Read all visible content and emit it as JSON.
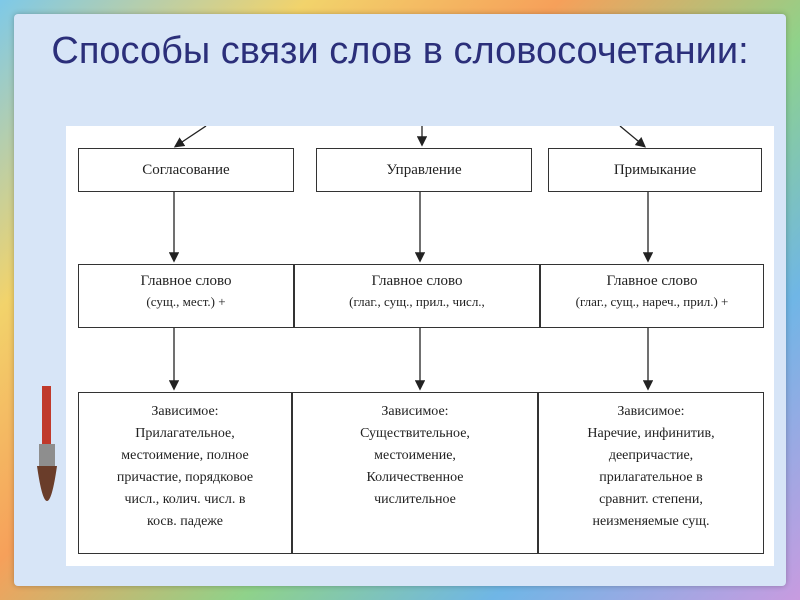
{
  "title": "Способы связи слов в словосочетании:",
  "columns": [
    {
      "type": "Согласование",
      "main_word": "Главное слово",
      "main_parts": "(сущ., мест.) +",
      "dependent_label": "Зависимое:",
      "dependent_lines": [
        "Прилагательное,",
        "местоимение, полное",
        "причастие, порядковое",
        "числ., колич. числ. в",
        "косв. падеже"
      ]
    },
    {
      "type": "Управление",
      "main_word": "Главное слово",
      "main_parts": "(глаг., сущ., прил., числ.,",
      "dependent_label": "Зависимое:",
      "dependent_lines": [
        "Существительное,",
        "местоимение,",
        "Количественное",
        "числительное"
      ]
    },
    {
      "type": "Примыкание",
      "main_word": "Главное слово",
      "main_parts": "(глаг., сущ., нареч., прил.) +",
      "dependent_label": "Зависимое:",
      "dependent_lines": [
        "Наречие, инфинитив,",
        "деепричастие,",
        "прилагательное в",
        "сравнит. степени,",
        "неизменяемые сущ."
      ]
    }
  ]
}
